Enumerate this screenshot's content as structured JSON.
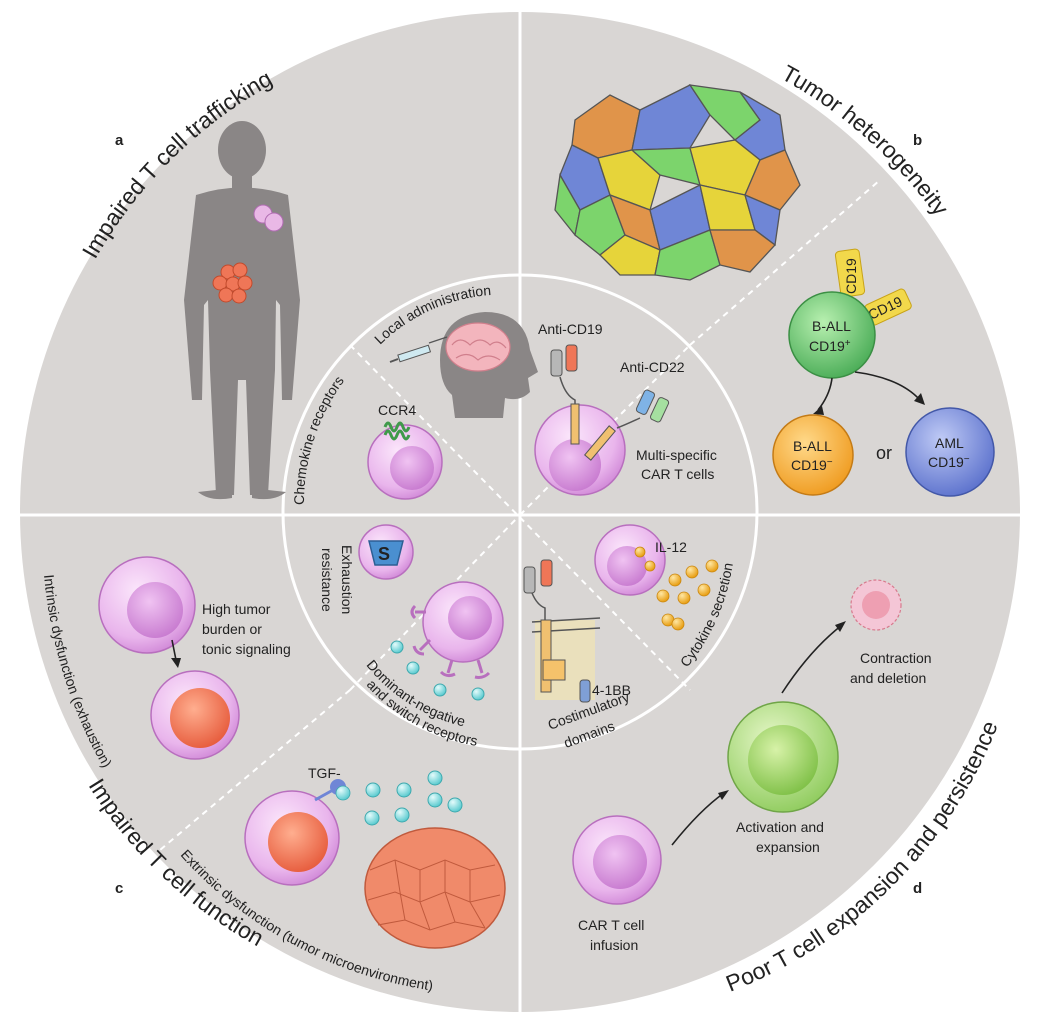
{
  "quadrants": {
    "a": {
      "letter": "a",
      "title": "Impaired T cell trafficking"
    },
    "b": {
      "letter": "b",
      "title": "Tumor heterogeneity"
    },
    "c": {
      "letter": "c",
      "title": "Impaired T cell function"
    },
    "d": {
      "letter": "d",
      "title": "Poor T cell expansion and persistence"
    }
  },
  "inner": {
    "local_administration": "Local administration",
    "chemokine_receptors": "Chemokine receptors",
    "ccr4": "CCR4",
    "anti_cd19": "Anti-CD19",
    "anti_cd22": "Anti-CD22",
    "multi_specific_line1": "Multi-specific",
    "multi_specific_line2": "CAR T cells",
    "exhaustion_line1": "Exhaustion",
    "exhaustion_line2": "resistance",
    "dominant_line1": "Dominant-negative",
    "dominant_line2": "and switch receptors",
    "il12": "IL-12",
    "cytokine_secretion": "Cytokine secretion",
    "four_1bb": "4-1BB",
    "costim_line1": "Costimulatory",
    "costim_line2": "domains"
  },
  "outer_b": {
    "cd19_tag": "CD19",
    "ball_pos_line1": "B-ALL",
    "ball_pos_line2": "CD19",
    "ball_pos_sup": "+",
    "ball_neg_line1": "B-ALL",
    "ball_neg_line2": "CD19",
    "ball_neg_sup": "−",
    "or": "or",
    "aml_line1": "AML",
    "aml_line2": "CD19",
    "aml_sup": "−"
  },
  "outer_c": {
    "high_tumor_line1": "High tumor",
    "high_tumor_line2": "burden or",
    "high_tumor_line3": "tonic signaling",
    "intrinsic": "Intrinsic dysfunction (exhaustion)",
    "tgf": "TGF-",
    "extrinsic": "Extrinsic dysfunction (tumor microenvironment)"
  },
  "outer_d": {
    "contraction_line1": "Contraction",
    "contraction_line2": "and deletion",
    "activation_line1": "Activation and",
    "activation_line2": "expansion",
    "infusion_line1": "CAR T cell",
    "infusion_line2": "infusion"
  },
  "colors": {
    "background_disc": "#d9d6d4",
    "tcell": "#d28fd8",
    "tumor_red": "#ef7657",
    "ball_green": "#5ec26a",
    "ball_orange": "#f5a623",
    "aml_blue": "#6f86d6",
    "cytokine": "#f2b233",
    "tgf": "#7fd6d8",
    "activated_green": "#a5d87a"
  }
}
